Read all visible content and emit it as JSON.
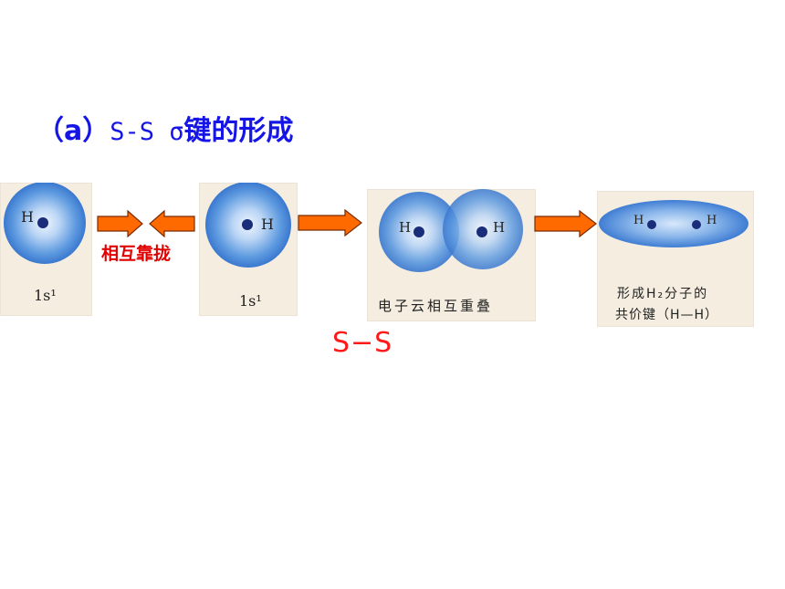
{
  "title": {
    "prefix": "（a）",
    "latin": "S-S σ",
    "suffix": "键的形成"
  },
  "panels": {
    "p1": {
      "atom": "H",
      "caption": "1s¹"
    },
    "p2": {
      "atom": "H",
      "caption": "1s¹"
    },
    "p3": {
      "atom_left": "H",
      "atom_right": "H",
      "caption": "电子云相互重叠"
    },
    "p4": {
      "atom_left": "H",
      "atom_right": "H",
      "caption_line1": "形成H₂分子的",
      "caption_line2": "共价键（H—H）"
    }
  },
  "approach_label": "相互靠拢",
  "bond_type_label": "S−S",
  "colors": {
    "title": "#1515e6",
    "arrow_fill": "#ff6a00",
    "arrow_stroke": "#7a2a00",
    "cloud": "#3d7fd6",
    "nucleus": "#1a2d7a",
    "red_text": "#e00000"
  }
}
